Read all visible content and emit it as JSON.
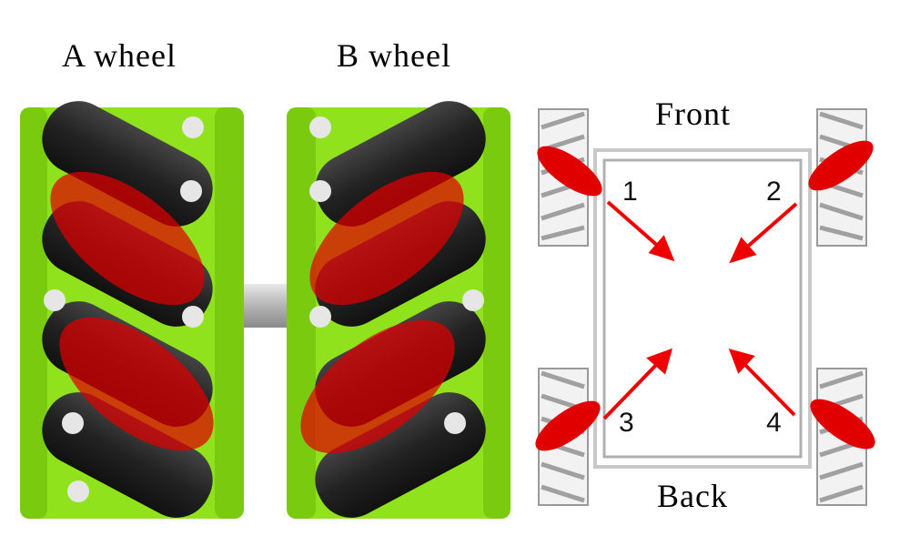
{
  "wheels": {
    "a_label": "A wheel",
    "b_label": "B wheel"
  },
  "diagram": {
    "front_label": "Front",
    "back_label": "Back",
    "wheel_numbers": [
      "1",
      "2",
      "3",
      "4"
    ]
  },
  "colors": {
    "wheel_frame_green": "#8fe21c",
    "roller_dark": "#2a2a2a",
    "contact_red": "#e00000",
    "arrow_red": "#ee0000",
    "chassis_gray": "#c8c8c8"
  },
  "icons": [
    "mecanum-wheel-a-icon",
    "mecanum-wheel-b-icon",
    "axle-icon",
    "force-arrow-icon"
  ]
}
